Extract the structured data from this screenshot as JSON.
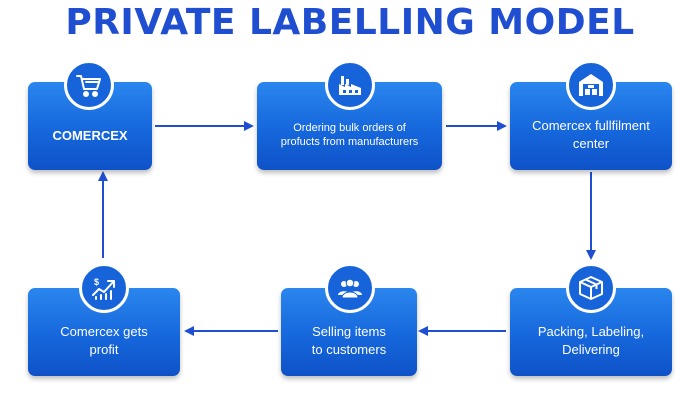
{
  "title": "PRIVATE LABELLING MODEL",
  "steps": [
    {
      "label": "COMERCEX",
      "icon": "shopping-cart-icon"
    },
    {
      "label": "Ordering bulk orders of\nprofucts from manufacturers",
      "icon": "factory-icon"
    },
    {
      "label": "Comercex fullfilment\ncenter",
      "icon": "warehouse-icon"
    },
    {
      "label": "Packing, Labeling,\nDelivering",
      "icon": "package-box-icon"
    },
    {
      "label": "Selling items\nto customers",
      "icon": "customers-group-icon"
    },
    {
      "label": "Comercex gets\nprofit",
      "icon": "profit-growth-icon"
    }
  ],
  "colors": {
    "title": "#1f4fd0",
    "box": "#1667dc",
    "arrow": "#1f4fd0"
  }
}
